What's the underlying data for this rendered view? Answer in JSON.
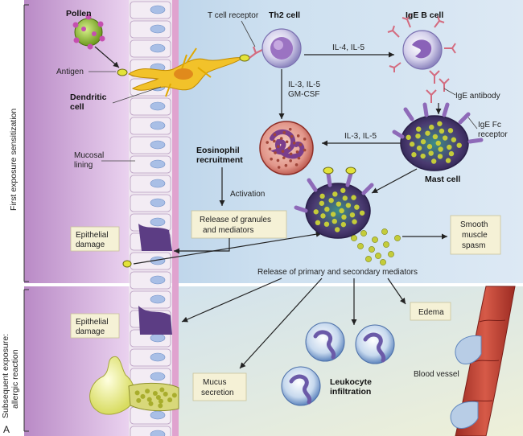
{
  "panel_letter": "A",
  "sections": {
    "sensitization": "First exposure sensitization",
    "reaction_line1": "Subsequent exposure:",
    "reaction_line2": "allergic reaction"
  },
  "labels": {
    "pollen": "Pollen",
    "antigen": "Antigen",
    "dendritic_line1": "Dendritic",
    "dendritic_line2": "cell",
    "t_cell_receptor": "T cell receptor",
    "th2": "Th2 cell",
    "il4_il5": "IL-4, IL-5",
    "ige_b": "IgE B cell",
    "ige_antibody": "IgE antibody",
    "il3_il5_line1": "IL-3, IL-5",
    "il3_il5_line2": "GM-CSF",
    "ige_fc_line1": "IgE Fc",
    "ige_fc_line2": "receptor",
    "il3_il5_b": "IL-3, IL-5",
    "eosinophil_line1": "Eosinophil",
    "eosinophil_line2": "recruitment",
    "mast_cell": "Mast cell",
    "mucosal_line1": "Mucosal",
    "mucosal_line2": "lining",
    "activation": "Activation",
    "release_line1": "Release of granules",
    "release_line2": "and mediators",
    "epithelial_line1": "Epithelial",
    "epithelial_line2": "damage",
    "smooth_line1": "Smooth",
    "smooth_line2": "muscle",
    "smooth_line3": "spasm",
    "release_primary": "Release of primary and secondary mediators",
    "edema": "Edema",
    "epithelial2_line1": "Epithelial",
    "epithelial2_line2": "damage",
    "mucus_line1": "Mucus",
    "mucus_line2": "secretion",
    "leukocyte_line1": "Leukocyte",
    "leukocyte_line2": "infiltration",
    "blood_vessel": "Blood vessel"
  },
  "colors": {
    "tissue": "#cfa8d6",
    "background_blue": "#cfe2f1",
    "label_box": "#f5f1d6",
    "mast_cell": "#5c3d84",
    "eosinophil": "#c0504d",
    "granule": "#c4cc3a",
    "blood_vessel": "#b8392e"
  }
}
